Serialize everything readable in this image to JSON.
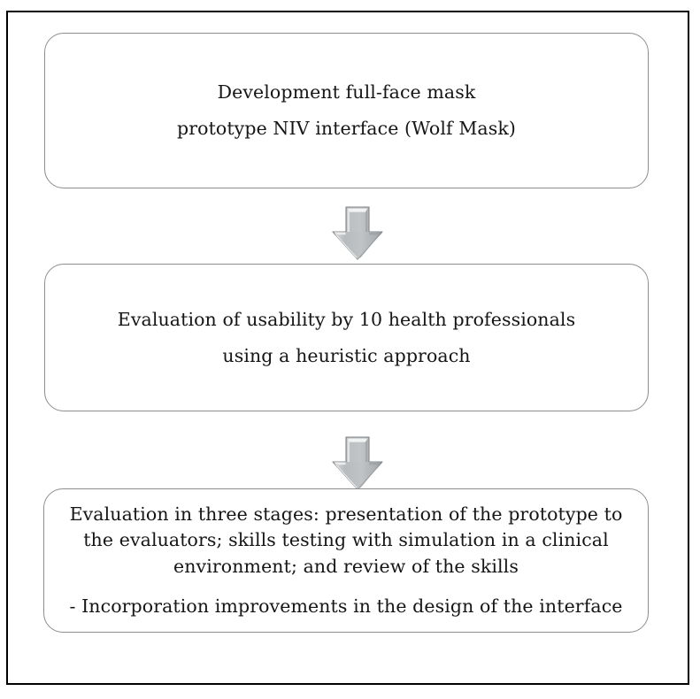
{
  "figure": {
    "type": "vertical-flowchart",
    "frame_border_color": "#000000",
    "box_border_color": "#8d8d8d",
    "box_fill_color": "#ffffff",
    "arrow_fill_color": "#b9bcbe",
    "arrow_highlight_color": "#f2f3f4",
    "arrow_shadow_color": "#7c8083",
    "text_color": "#161616"
  },
  "steps": [
    {
      "id": "step-1",
      "name": "prototype-development",
      "lines": [
        "Development full-face mask",
        "prototype NIV interface (Wolf Mask)"
      ]
    },
    {
      "id": "step-2",
      "name": "usability-evaluation",
      "lines": [
        "Evaluation of usability by 10 health professionals",
        "using a heuristic approach"
      ]
    },
    {
      "id": "step-3",
      "name": "three-stage-evaluation",
      "lines": [
        "Evaluation in three stages: presentation of the prototype to",
        "the evaluators; skills testing with simulation in a clinical",
        "environment; and review of the skills",
        "- Incorporation improvements in the design of the interface"
      ]
    }
  ],
  "connectors": [
    {
      "id": "arrow-1",
      "name": "down-arrow-step1-to-step2",
      "direction": "down"
    },
    {
      "id": "arrow-2",
      "name": "down-arrow-step2-to-step3",
      "direction": "down"
    }
  ]
}
